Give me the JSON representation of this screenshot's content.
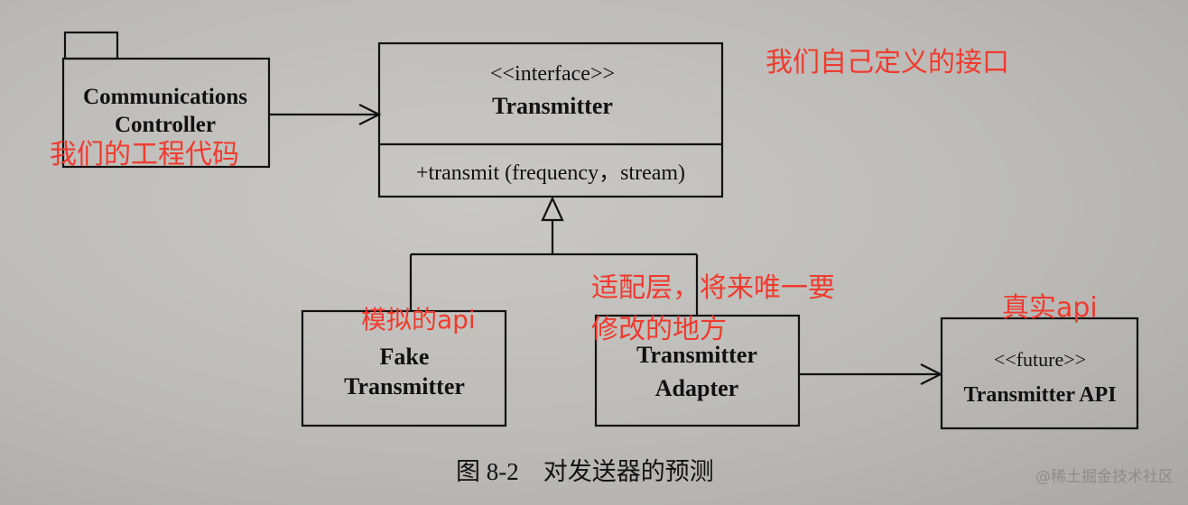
{
  "diagram": {
    "package": {
      "line1": "Communications",
      "line2": "Controller"
    },
    "interface": {
      "stereotype": "<<interface>>",
      "name": "Transmitter",
      "operation": "+transmit (frequency，stream)"
    },
    "fake": {
      "line1": "Fake",
      "line2": "Transmitter"
    },
    "adapter": {
      "line1": "Transmitter",
      "line2": "Adapter"
    },
    "future": {
      "stereotype": "<<future>>",
      "name": "Transmitter API"
    },
    "caption": "图 8-2    对发送器的预测"
  },
  "annotations": {
    "our_code": "我们的工程代码",
    "our_interface": "我们自己定义的接口",
    "fake_api": "模拟的api",
    "adapter_line1": "适配层，将来唯一要",
    "adapter_line2": "修改的地方",
    "real_api": "真实api"
  },
  "watermark": "@稀土掘金技术社区",
  "colors": {
    "annotation": "#f03a2e",
    "ink": "#111111"
  }
}
